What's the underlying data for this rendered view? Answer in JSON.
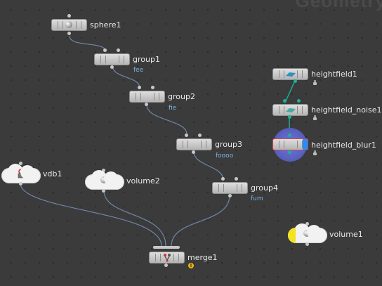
{
  "network": {
    "watermark": "Geometry",
    "nodes": {
      "sphere1": {
        "label": "sphere1"
      },
      "group1": {
        "label": "group1",
        "comment": "fee"
      },
      "group2": {
        "label": "group2",
        "comment": "fie"
      },
      "group3": {
        "label": "group3",
        "comment": "foooo"
      },
      "group4": {
        "label": "group4",
        "comment": "fum"
      },
      "vdb1": {
        "label": "vdb1"
      },
      "volume2": {
        "label": "volume2"
      },
      "merge1": {
        "label": "merge1",
        "warning": "!"
      },
      "heightfield1": {
        "label": "heightfield1"
      },
      "heightfield_noise1": {
        "label": "heightfield_noise1"
      },
      "heightfield_blur1": {
        "label": "heightfield_blur1"
      },
      "volume1": {
        "label": "volume1"
      }
    }
  },
  "colors": {
    "background": "#3b3b3b",
    "wire": "#6f86a8",
    "heightfield_wire": "#19b39b",
    "comment": "#7eb1e8",
    "display_flag": "#1e90ff",
    "selection_ring": "#5b63c4",
    "template_flag": "#f3e31f",
    "vdb_icon": "#d0303a"
  },
  "icons": {
    "geometry": "sphere-ball-icon",
    "vdb": "vdb-icon",
    "heightfield": "terrain-icon",
    "merge": "merge-icon",
    "locked": "lock-icon"
  }
}
